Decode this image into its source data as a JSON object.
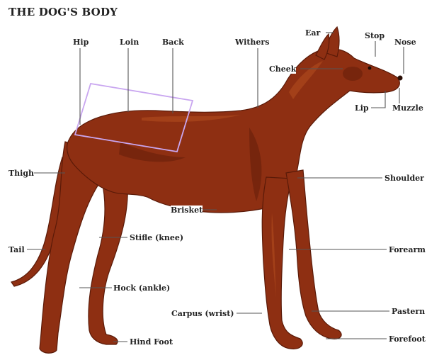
{
  "title": "THE DOG'S BODY",
  "labels": {
    "hip": "Hip",
    "loin": "Loin",
    "back": "Back",
    "withers": "Withers",
    "ear": "Ear",
    "stop": "Stop",
    "nose": "Nose",
    "cheek": "Cheek",
    "lip": "Lip",
    "muzzle": "Muzzle",
    "thigh": "Thigh",
    "shoulder": "Shoulder",
    "brisket": "Brisket",
    "stifle": "Stifle (knee)",
    "tail": "Tail",
    "forearm": "Forearm",
    "hock": "Hock (ankle)",
    "carpus": "Carpus (wrist)",
    "pastern": "Pastern",
    "hind_foot": "Hind Foot",
    "forefoot": "Forefoot"
  },
  "colors": {
    "coat": "#8e2f12",
    "coat_dark": "#5a1a08",
    "coat_light": "#b8521f",
    "leader": "#555555",
    "highlight_box": "#c9a6f0"
  }
}
